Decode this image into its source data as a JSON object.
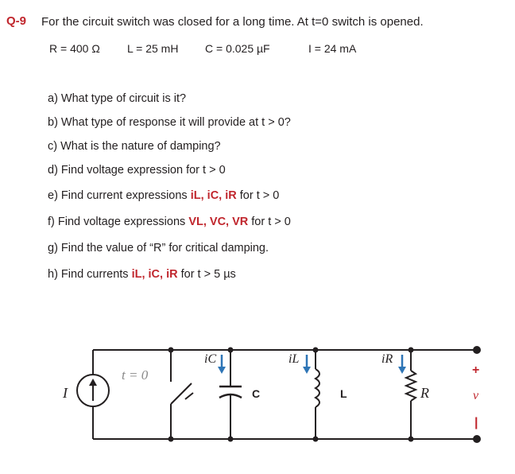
{
  "question": {
    "number": "Q-9",
    "text": "For the circuit switch was closed for a long time. At t=0 switch is opened."
  },
  "params": [
    {
      "text": "R = 400 Ω"
    },
    {
      "text": "L = 25 mH"
    },
    {
      "text": "C = 0.025 µF"
    },
    {
      "text": "I = 24 mA"
    }
  ],
  "items": [
    {
      "pre": "a) What type of circuit is it?",
      "sym": "",
      "post": ""
    },
    {
      "pre": "b) What type of response it will provide at t > 0?",
      "sym": "",
      "post": ""
    },
    {
      "pre": "c) What is the nature of damping?",
      "sym": "",
      "post": ""
    },
    {
      "pre": "d) Find voltage expression for t > 0",
      "sym": "",
      "post": ""
    },
    {
      "pre": "e) Find current expressions ",
      "sym": "iL, iC, iR",
      "post": " for t > 0"
    },
    {
      "pre": "f) Find voltage expressions ",
      "sym": "VL, VC, VR",
      "post": " for t > 0"
    },
    {
      "pre": "g) Find the value of “R” for critical damping.",
      "sym": "",
      "post": ""
    },
    {
      "pre": "h) Find currents ",
      "sym": "iL, iC, iR",
      "post": " for t > 5 µs"
    }
  ],
  "circuit": {
    "source_label": "I",
    "switch_label": "t = 0",
    "ic_label": "iC",
    "cap_label": "C",
    "il_label": "iL",
    "ind_label": "L",
    "ir_label": "iR",
    "res_label": "R",
    "v_label": "v",
    "plus_label": "+",
    "minus_label": "|"
  },
  "colors": {
    "accent": "#c0262d",
    "text": "#231f20",
    "arrow": "#2e75b6"
  }
}
